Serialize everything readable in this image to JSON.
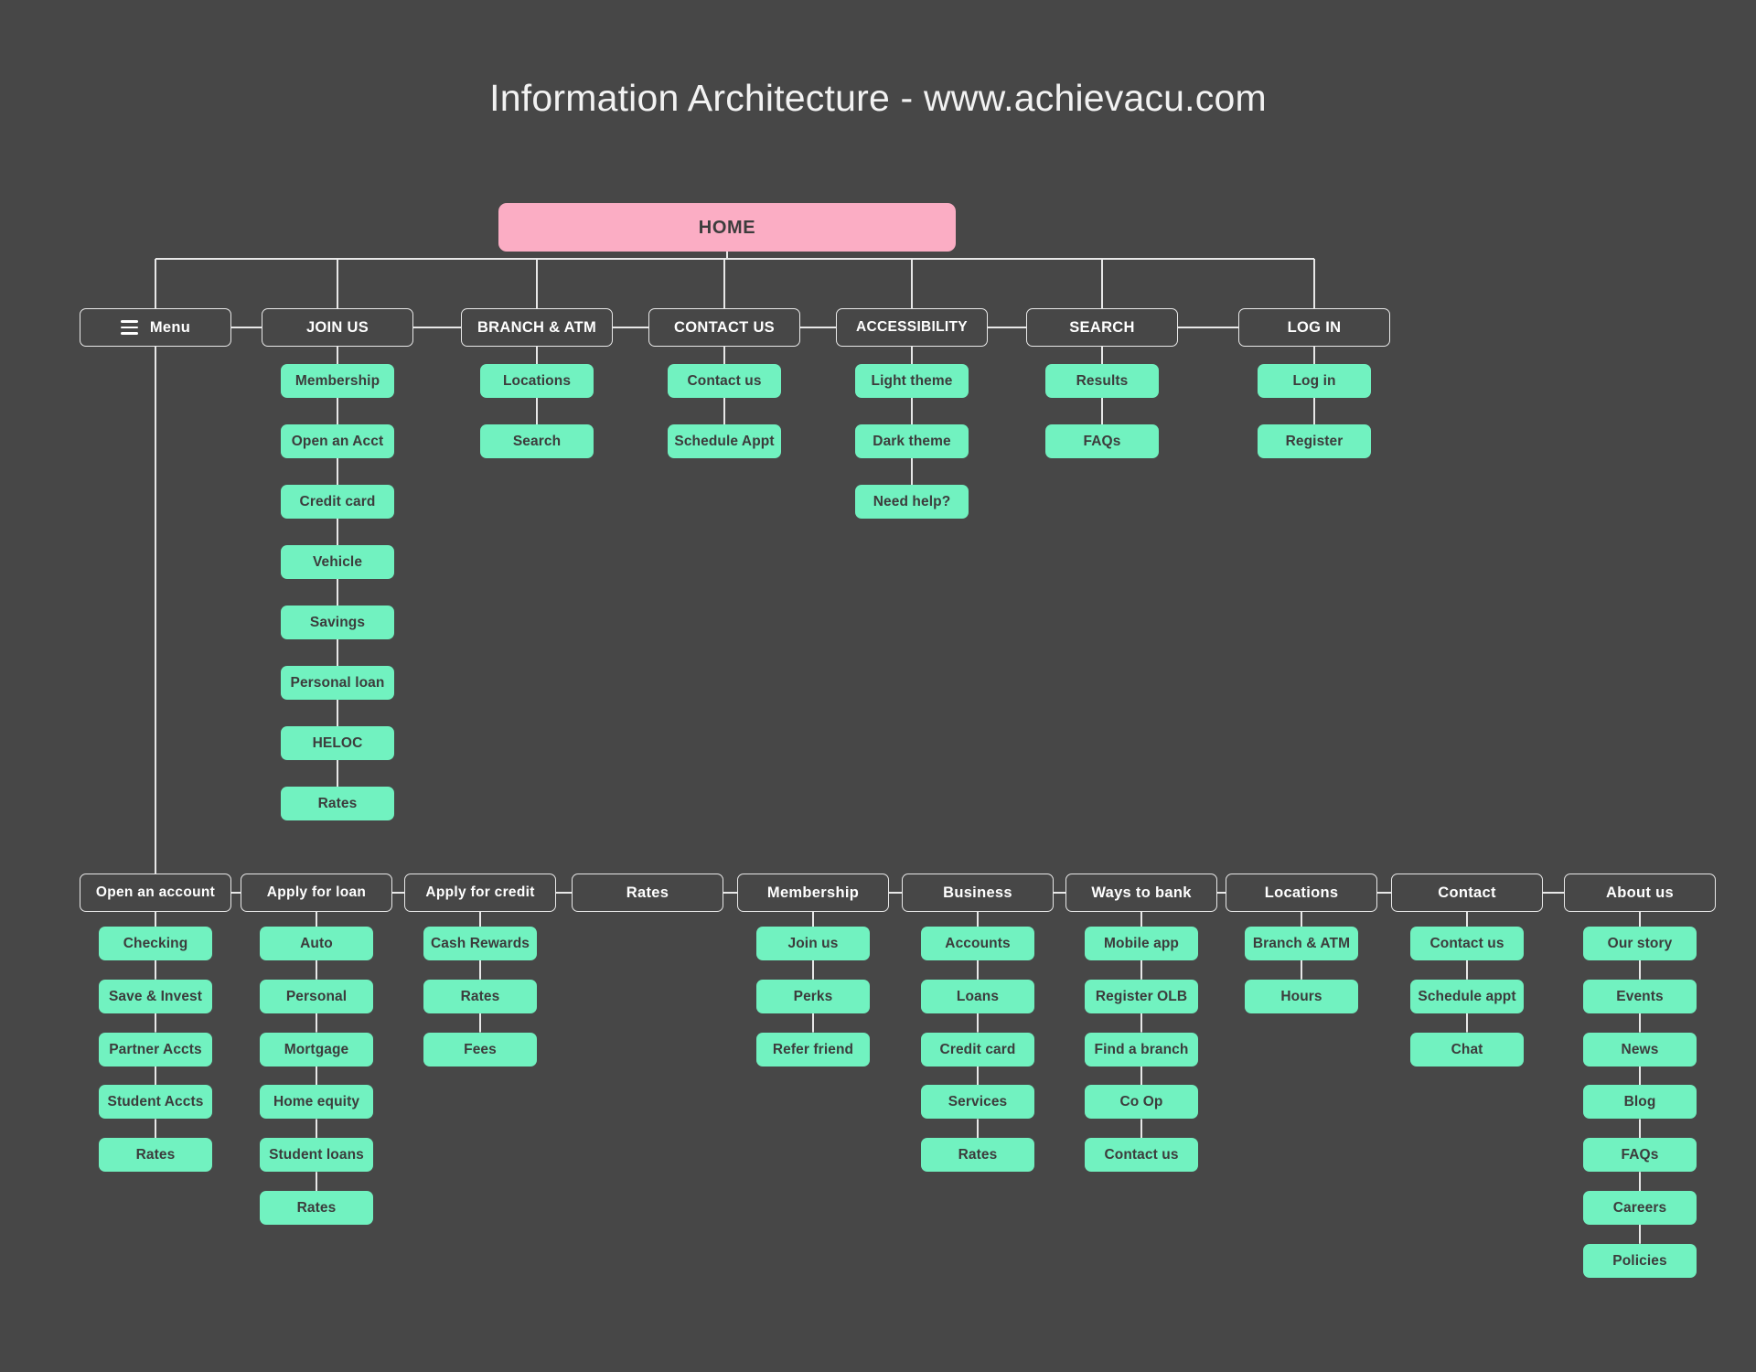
{
  "page": {
    "title": "Information Architecture - www.achievacu.com",
    "background_color": "#474747",
    "root_color": "#FBADC4",
    "leaf_color": "#71F2C0",
    "line_color": "#E8E8E8",
    "text_dark": "#3C3C3C",
    "text_light": "#FFFFFF"
  },
  "root": {
    "label": "HOME"
  },
  "menu_icon": "hamburger-icon",
  "top_level": [
    {
      "label": "Menu",
      "icon": "hamburger-icon",
      "children": []
    },
    {
      "label": "JOIN US",
      "children": [
        "Membership",
        "Open an Acct",
        "Credit card",
        "Vehicle",
        "Savings",
        "Personal loan",
        "HELOC",
        "Rates"
      ]
    },
    {
      "label": "BRANCH & ATM",
      "children": [
        "Locations",
        "Search"
      ]
    },
    {
      "label": "CONTACT US",
      "children": [
        "Contact us",
        "Schedule Appt"
      ]
    },
    {
      "label": "ACCESSIBILITY",
      "children": [
        "Light theme",
        "Dark theme",
        "Need help?"
      ]
    },
    {
      "label": "SEARCH",
      "children": [
        "Results",
        "FAQs"
      ]
    },
    {
      "label": "LOG IN",
      "children": [
        "Log in",
        "Register"
      ]
    }
  ],
  "menu_sections": [
    {
      "label": "Open an account",
      "children": [
        "Checking",
        "Save & Invest",
        "Partner Accts",
        "Student Accts",
        "Rates"
      ]
    },
    {
      "label": "Apply for loan",
      "children": [
        "Auto",
        "Personal",
        "Mortgage",
        "Home equity",
        "Student loans",
        "Rates"
      ]
    },
    {
      "label": "Apply for credit",
      "children": [
        "Cash Rewards",
        "Rates",
        "Fees"
      ]
    },
    {
      "label": "Rates",
      "children": []
    },
    {
      "label": "Membership",
      "children": [
        "Join us",
        "Perks",
        "Refer friend"
      ]
    },
    {
      "label": "Business",
      "children": [
        "Accounts",
        "Loans",
        "Credit card",
        "Services",
        "Rates"
      ]
    },
    {
      "label": "Ways to bank",
      "children": [
        "Mobile app",
        "Register OLB",
        "Find a branch",
        "Co Op",
        "Contact us"
      ]
    },
    {
      "label": "Locations",
      "children": [
        "Branch & ATM",
        "Hours"
      ]
    },
    {
      "label": "Contact",
      "children": [
        "Contact us",
        "Schedule appt",
        "Chat"
      ]
    },
    {
      "label": "About us",
      "children": [
        "Our story",
        "Events",
        "News",
        "Blog",
        "FAQs",
        "Careers",
        "Policies"
      ]
    }
  ]
}
